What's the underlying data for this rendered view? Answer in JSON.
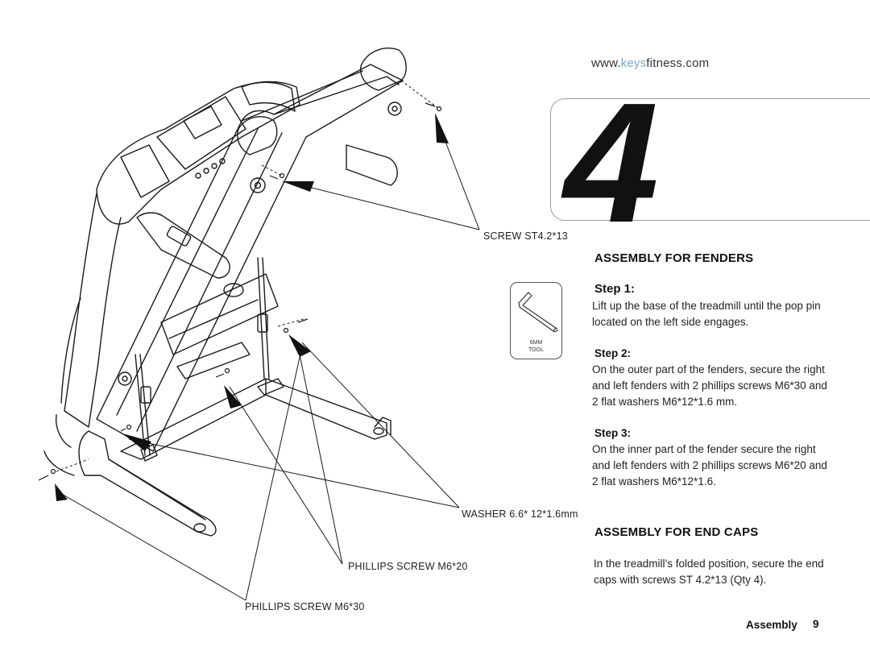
{
  "header": {
    "url_prefix": "www.",
    "url_brand": "keys",
    "url_suffix": "fitness.com",
    "chapter_number": "4"
  },
  "callouts": {
    "screw_st": "SCREW ST4.2*13",
    "washer": "WASHER 6.6* 12*1.6mm",
    "phillips_m6_20": "PHILLIPS SCREW M6*20",
    "phillips_m6_30": "PHILLIPS SCREW M6*30"
  },
  "tool": {
    "size": "6MM",
    "name": "TOOL"
  },
  "fenders": {
    "heading": "ASSEMBLY FOR FENDERS",
    "step1_title": "Step 1:",
    "step1_text": "Lift up the base of the treadmill until the pop pin located on the left side engages.",
    "step2_title": "Step 2:",
    "step2_text": "On the outer part of the fenders, secure the right and left fenders with 2 phillips screws M6*30 and 2 flat washers M6*12*1.6 mm.",
    "step3_title": "Step 3:",
    "step3_text": "On the inner part of the fender secure the right and left fenders with 2 phillips screws M6*20 and 2 flat washers M6*12*1.6."
  },
  "endcaps": {
    "heading": "ASSEMBLY FOR END CAPS",
    "text": "In the treadmill’s folded position, secure the end caps with screws ST 4.2*13 (Qty 4)."
  },
  "footer": {
    "section": "Assembly",
    "page": "9"
  }
}
